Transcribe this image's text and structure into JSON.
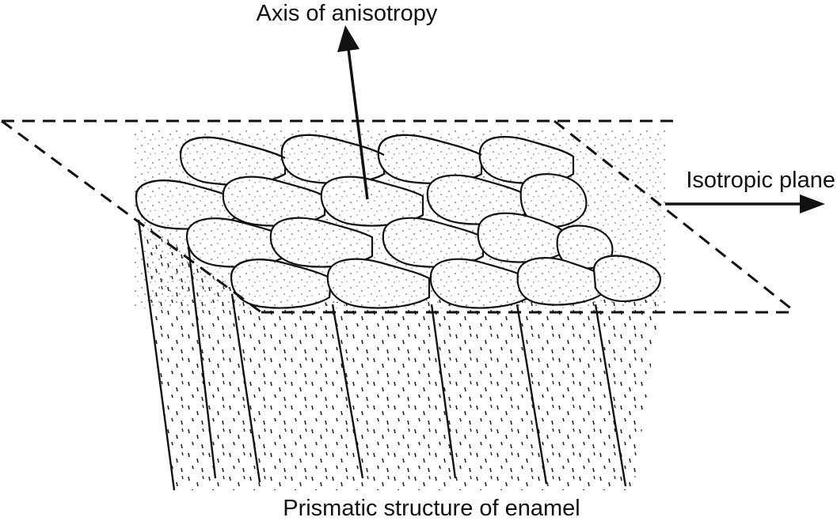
{
  "labels": {
    "axis_of_anisotropy": "Axis of anisotropy",
    "isotropic_plane": "Isotropic plane",
    "caption": "Prismatic structure of enamel"
  },
  "colors": {
    "ink": "#111111",
    "background": "#ffffff"
  }
}
